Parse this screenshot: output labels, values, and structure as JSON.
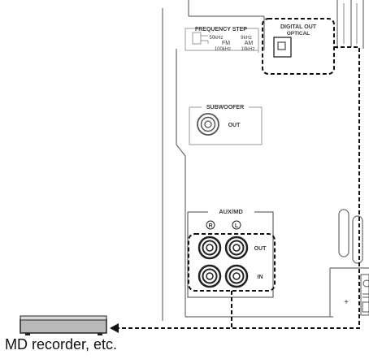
{
  "frequency_step": {
    "title": "FREQUENCY STEP",
    "fm_label": "FM",
    "am_label": "AM",
    "fm_setting_1": "50kHz",
    "am_setting_1": "9kHz",
    "fm_setting_2": "100kHz",
    "am_setting_2": "10kHz"
  },
  "digital_out": {
    "title": "DIGITAL OUT",
    "subtitle": "OPTICAL"
  },
  "subwoofer": {
    "title": "SUBWOOFER",
    "jack_label": "OUT"
  },
  "aux_md": {
    "title": "AUX/MD",
    "right_symbol": "R",
    "left_symbol": "L",
    "out_label": "OUT",
    "in_label": "IN"
  },
  "misc": {
    "plus_sign": "+"
  },
  "caption": "MD recorder, etc."
}
